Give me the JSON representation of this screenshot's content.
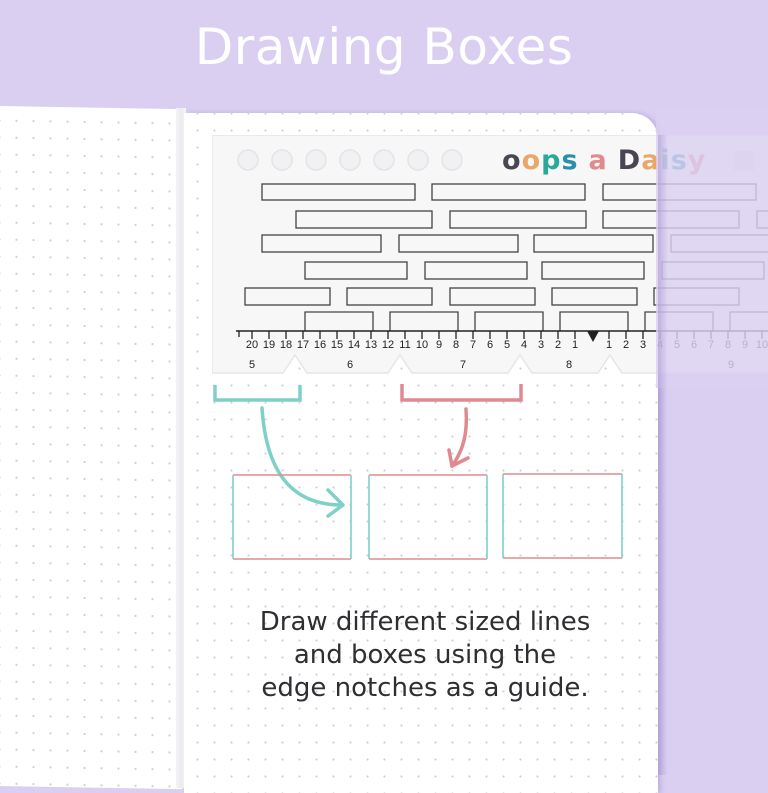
{
  "header": {
    "title": "Drawing Boxes",
    "background_color": "#dacff1"
  },
  "ruler": {
    "brand_logo": {
      "text": "OOPS A DAISY",
      "letters": [
        {
          "char": "o",
          "color": "#4a4550"
        },
        {
          "char": "o",
          "color": "#e9a86a"
        },
        {
          "char": "p",
          "color": "#2aa89a"
        },
        {
          "char": "s",
          "color": "#2a8fa8"
        },
        {
          "char": " ",
          "color": "#ffffff"
        },
        {
          "char": "a",
          "color": "#e08a8e"
        },
        {
          "char": " ",
          "color": "#ffffff"
        },
        {
          "char": "D",
          "color": "#4a4550"
        },
        {
          "char": "a",
          "color": "#e9a86a"
        },
        {
          "char": "i",
          "color": "#2aa89a"
        },
        {
          "char": "s",
          "color": "#2a8fa8"
        },
        {
          "char": "y",
          "color": "#e08a8e"
        }
      ]
    },
    "hole_count": 7,
    "scale_left": [
      "20",
      "19",
      "18",
      "17",
      "16",
      "15",
      "14",
      "13",
      "12",
      "11",
      "10",
      "9",
      "8",
      "7",
      "6",
      "5",
      "4",
      "3",
      "2",
      "1"
    ],
    "scale_right": [
      "1",
      "2",
      "3",
      "4",
      "5",
      "6",
      "7",
      "8",
      "9",
      "10"
    ],
    "center_marker": "triangle-down",
    "notch_sections": [
      "5",
      "6",
      "7",
      "8",
      "9"
    ]
  },
  "annotations": {
    "teal_color": "#7fd1c8",
    "pink_color": "#df8a90",
    "example_boxes": 3
  },
  "caption": {
    "lines": [
      "Draw different sized lines",
      "and boxes using the",
      "edge notches as a guide."
    ]
  }
}
